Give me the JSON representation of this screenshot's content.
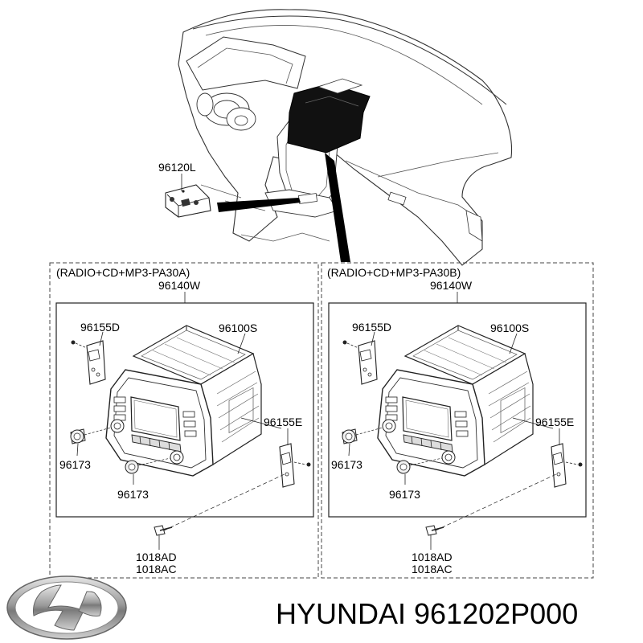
{
  "header": {
    "part_96120L": "96120L"
  },
  "panels": [
    {
      "title": "(RADIO+CD+MP3-PA30A)",
      "assembly": "96140W",
      "labels": {
        "bracket_left": "96155D",
        "main_unit": "96100S",
        "bracket_right": "96155E",
        "knob_upper": "96173",
        "knob_lower": "96173",
        "bolt_a": "1018AD",
        "bolt_b": "1018AC"
      }
    },
    {
      "title": "(RADIO+CD+MP3-PA30B)",
      "assembly": "96140W",
      "labels": {
        "bracket_left": "96155D",
        "main_unit": "96100S",
        "bracket_right": "96155E",
        "knob_upper": "96173",
        "knob_lower": "96173",
        "bolt_a": "1018AD",
        "bolt_b": "1018AC"
      }
    }
  ],
  "footer": {
    "brand": "HYUNDAI",
    "part_number": "961202P000",
    "brand_line": "HYUNDAI 961202P000"
  }
}
